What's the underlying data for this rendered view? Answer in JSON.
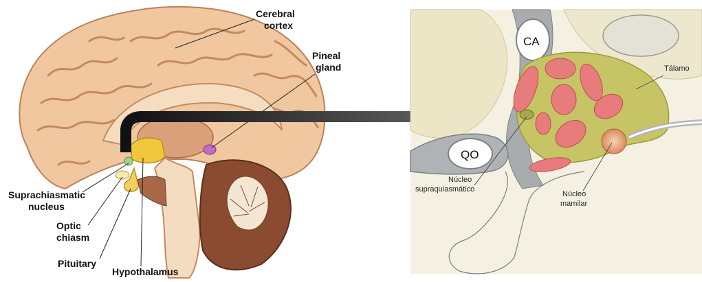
{
  "left_panel": {
    "labels": {
      "cerebral_cortex": [
        "Cerebral",
        "cortex"
      ],
      "pineal_gland": [
        "Pineal",
        "gland"
      ],
      "suprachiasmatic_nucleus": [
        "Suprachiasmatic",
        "nucleus"
      ],
      "optic_chiasm": [
        "Optic",
        "chiasm"
      ],
      "pituitary": "Pituitary",
      "hypothalamus": "Hypothalamus"
    }
  },
  "right_panel": {
    "labels": {
      "ca": "CA",
      "qo": "QO",
      "talamo": "Tálamo",
      "nucleo_supraquiasmatico": [
        "Núcleo",
        "supraquiasmático"
      ],
      "nucleo_mamilar": [
        "Núcleo",
        "mamilar"
      ]
    }
  },
  "colors": {
    "cortex": "#f0c79f",
    "cortex_dark": "#c98f63",
    "cerebellum": "#8a4b30",
    "hypothalamus": "#f2c63a",
    "pineal": "#c36ac9",
    "arrow": "#505050",
    "right_bg": "#f4f1e2",
    "nuclei": "#e87c7c",
    "region": "#c7c465"
  }
}
